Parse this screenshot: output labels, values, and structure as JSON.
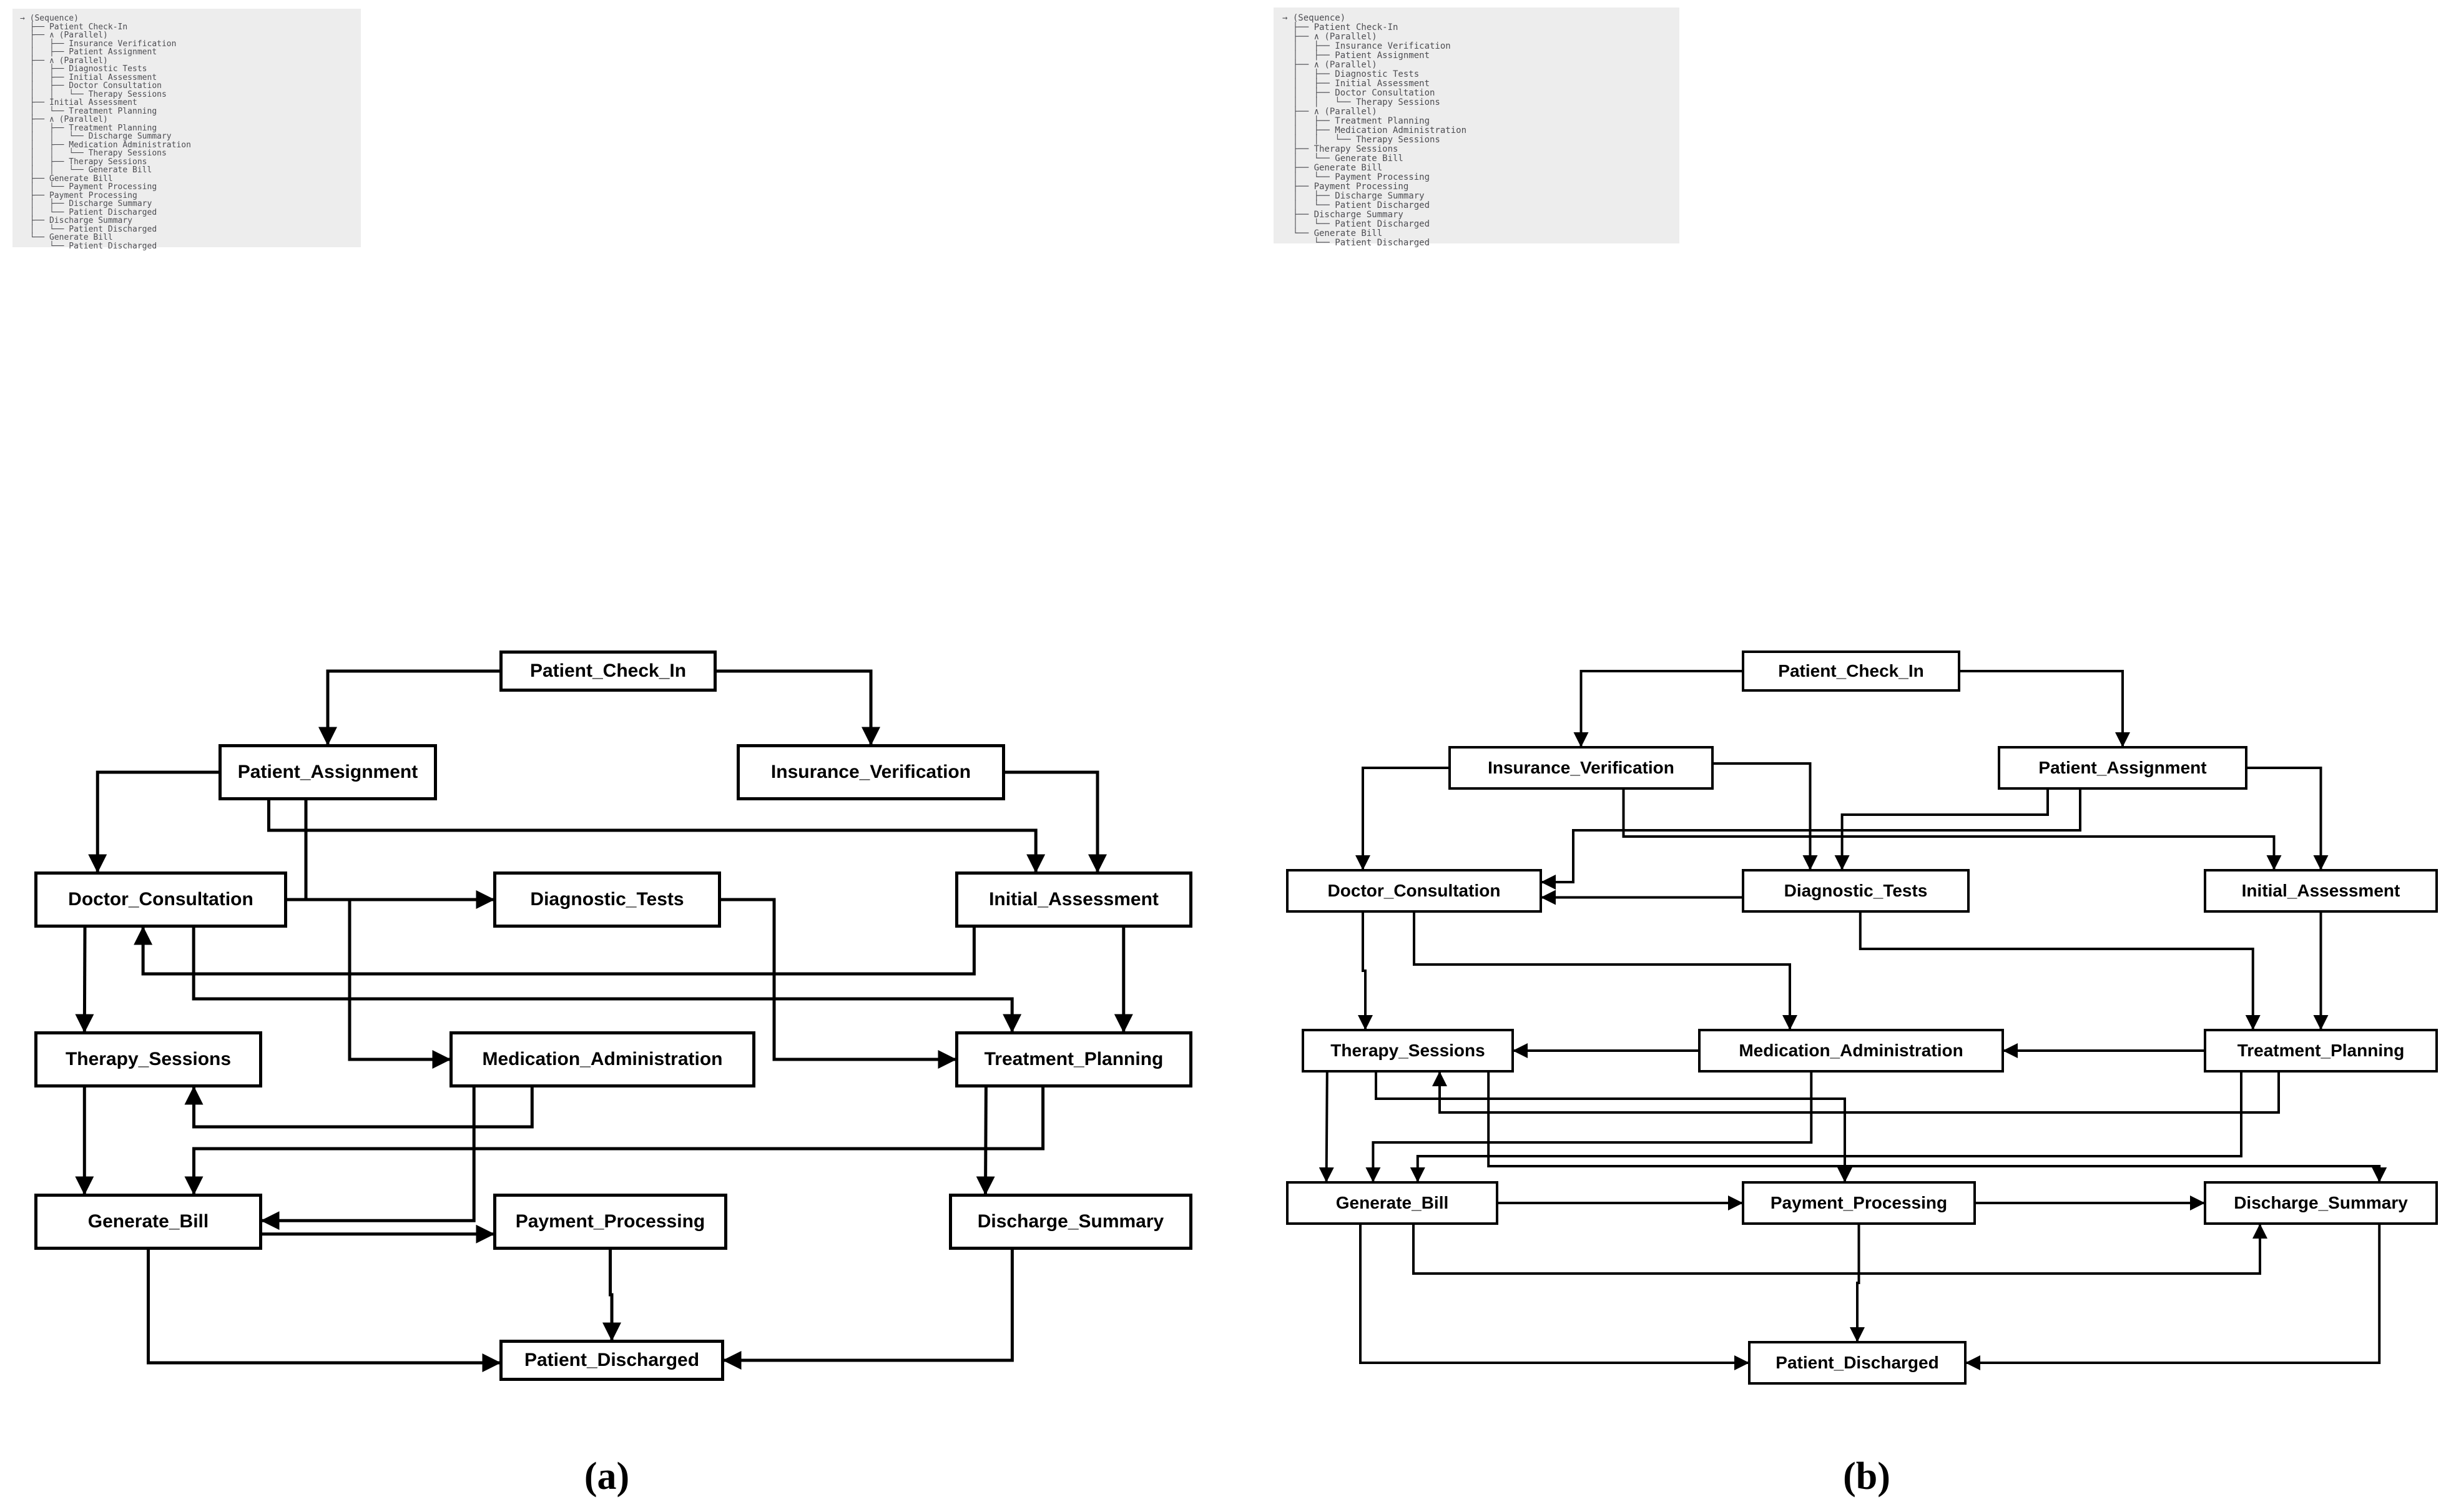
{
  "colors": {
    "line": "#000000",
    "box_background": "#ffffff",
    "tree_background": "#ededed",
    "tree_text": "#4d4d52"
  },
  "panels": [
    {
      "id": "a",
      "caption": "(a)",
      "tree_lines": [
        "→ (Sequence)",
        "  ├── Patient Check-In",
        "  ├── ∧ (Parallel)",
        "  │   ├── Insurance Verification",
        "  │   ├── Patient Assignment",
        "  ├── ∧ (Parallel)",
        "  │   ├── Diagnostic Tests",
        "  │   ├── Initial Assessment",
        "  │   ├── Doctor Consultation",
        "  │   │   └── Therapy Sessions",
        "  ├── Initial Assessment",
        "  │   └── Treatment Planning",
        "  ├── ∧ (Parallel)",
        "  │   ├── Treatment Planning",
        "  │   │   └── Discharge Summary",
        "  │   ├── Medication Administration",
        "  │   │   └── Therapy Sessions",
        "  │   ├── Therapy Sessions",
        "  │   │   └── Generate Bill",
        "  ├── Generate Bill",
        "  │   └── Payment Processing",
        "  ├── Payment Processing",
        "  │   ├── Discharge Summary",
        "  │   └── Patient Discharged",
        "  ├── Discharge Summary",
        "  │   └── Patient Discharged",
        "  └── Generate Bill",
        "      └── Patient Discharged"
      ],
      "nodes": [
        {
          "id": "PCI",
          "label": "Patient_Check_In"
        },
        {
          "id": "PA",
          "label": "Patient_Assignment"
        },
        {
          "id": "IV",
          "label": "Insurance_Verification"
        },
        {
          "id": "DC",
          "label": "Doctor_Consultation"
        },
        {
          "id": "DT",
          "label": "Diagnostic_Tests"
        },
        {
          "id": "IA",
          "label": "Initial_Assessment"
        },
        {
          "id": "TS",
          "label": "Therapy_Sessions"
        },
        {
          "id": "MA",
          "label": "Medication_Administration"
        },
        {
          "id": "TP",
          "label": "Treatment_Planning"
        },
        {
          "id": "GB",
          "label": "Generate_Bill"
        },
        {
          "id": "PP",
          "label": "Payment_Processing"
        },
        {
          "id": "DS",
          "label": "Discharge_Summary"
        },
        {
          "id": "PD",
          "label": "Patient_Discharged"
        }
      ],
      "edges": [
        {
          "from": "PCI",
          "to": "PA",
          "exit": "left"
        },
        {
          "from": "PCI",
          "to": "IV",
          "exit": "right"
        },
        {
          "from": "PA",
          "to": "DC",
          "exit": "left",
          "xi": 0.25
        },
        {
          "from": "PA",
          "to": "DT",
          "enter": "left",
          "xo": 0.4,
          "xi": 0.5
        },
        {
          "from": "PA",
          "to": "IA",
          "xo": 0.23,
          "lane": 1330,
          "xi": 0.34
        },
        {
          "from": "IV",
          "to": "IA",
          "exit": "right",
          "xo": 0.5,
          "xi": 0.6
        },
        {
          "from": "IA",
          "to": "DC",
          "xo": 0.08,
          "enter": "bottom",
          "lane": 1560,
          "xi": 0.43
        },
        {
          "from": "DC",
          "to": "TS",
          "xo": 0.2,
          "xi": 0.22
        },
        {
          "from": "DC",
          "to": "MA",
          "exit": "right",
          "xo": 0.5,
          "enter": "left",
          "xi": 0.5,
          "lanex": 560
        },
        {
          "from": "DC",
          "to": "TP",
          "xo": 0.63,
          "lane": 1600,
          "xi": 0.24
        },
        {
          "from": "DT",
          "to": "TP",
          "exit": "right",
          "xo": 0.5,
          "enter": "left",
          "xi": 0.5,
          "lanex": 1240
        },
        {
          "from": "IA",
          "to": "TP",
          "xo": 0.71,
          "xi": 0.71
        },
        {
          "from": "MA",
          "to": "TS",
          "xo": 0.27,
          "enter": "bottom",
          "lane": 1805,
          "xi": 0.7
        },
        {
          "from": "TS",
          "to": "GB",
          "xo": 0.22,
          "xi": 0.22
        },
        {
          "from": "TP",
          "to": "GB",
          "xo": 0.37,
          "lane": 1840,
          "xi": 0.7
        },
        {
          "from": "MA",
          "to": "GB",
          "xo": 0.08,
          "enter": "right",
          "xi": 0.48
        },
        {
          "from": "GB",
          "to": "PP",
          "exit": "right",
          "xo": 0.72,
          "enter": "left",
          "xi": 0.72
        },
        {
          "from": "TP",
          "to": "DS",
          "xo": 0.13,
          "xi": 0.15
        },
        {
          "from": "PP",
          "to": "PD",
          "xo": 0.5,
          "xi": 0.5
        },
        {
          "from": "DS",
          "to": "PD",
          "xo": 0.26,
          "enter": "right",
          "xi": 0.5
        },
        {
          "from": "GB",
          "to": "PD",
          "xo": 0.5,
          "enter": "left",
          "xi": 0.56
        }
      ]
    },
    {
      "id": "b",
      "caption": "(b)",
      "tree_lines": [
        "→ (Sequence)",
        "  ├── Patient Check-In",
        "  ├── ∧ (Parallel)",
        "  │   ├── Insurance Verification",
        "  │   ├── Patient Assignment",
        "  ├── ∧ (Parallel)",
        "  │   ├── Diagnostic Tests",
        "  │   ├── Initial Assessment",
        "  │   ├── Doctor Consultation",
        "  │   │   └── Therapy Sessions",
        "  ├── ∧ (Parallel)",
        "  │   ├── Treatment Planning",
        "  │   ├── Medication Administration",
        "  │   │   └── Therapy Sessions",
        "  ├── Therapy Sessions",
        "  │   └── Generate Bill",
        "  ├── Generate Bill",
        "  │   └── Payment Processing",
        "  ├── Payment Processing",
        "  │   ├── Discharge Summary",
        "  │   └── Patient Discharged",
        "  ├── Discharge Summary",
        "  │   └── Patient Discharged",
        "  └── Generate Bill",
        "      └── Patient Discharged"
      ],
      "nodes": [
        {
          "id": "PCI",
          "label": "Patient_Check_In"
        },
        {
          "id": "IV",
          "label": "Insurance_Verification"
        },
        {
          "id": "PA",
          "label": "Patient_Assignment"
        },
        {
          "id": "DC",
          "label": "Doctor_Consultation"
        },
        {
          "id": "DT",
          "label": "Diagnostic_Tests"
        },
        {
          "id": "IA",
          "label": "Initial_Assessment"
        },
        {
          "id": "TS",
          "label": "Therapy_Sessions"
        },
        {
          "id": "MA",
          "label": "Medication_Administration"
        },
        {
          "id": "TP",
          "label": "Treatment_Planning"
        },
        {
          "id": "GB",
          "label": "Generate_Bill"
        },
        {
          "id": "PP",
          "label": "Payment_Processing"
        },
        {
          "id": "DS",
          "label": "Discharge_Summary"
        },
        {
          "id": "PD",
          "label": "Patient_Discharged"
        }
      ],
      "edges": [
        {
          "from": "PCI",
          "to": "IV",
          "exit": "left"
        },
        {
          "from": "PCI",
          "to": "PA",
          "exit": "right"
        },
        {
          "from": "IV",
          "to": "DC",
          "exit": "left",
          "xi": 0.3
        },
        {
          "from": "IV",
          "to": "DT",
          "exit": "right",
          "xo": 0.4,
          "xi": 0.3
        },
        {
          "from": "PA",
          "to": "DT",
          "xo": 0.2,
          "lane": 1305,
          "xi": 0.44
        },
        {
          "from": "IV",
          "to": "IA",
          "xo": 0.66,
          "lane": 1340,
          "xi": 0.3
        },
        {
          "from": "PA",
          "to": "IA",
          "exit": "right",
          "xo": 0.5,
          "xi": 0.5
        },
        {
          "from": "PA",
          "to": "DC",
          "xo": 0.33,
          "enter": "right",
          "lane": 1330,
          "lanex": 2520,
          "xi": 0.3
        },
        {
          "from": "DT",
          "to": "DC",
          "exit": "left",
          "xo": 0.65,
          "enter": "right",
          "xi": 0.65
        },
        {
          "from": "DC",
          "to": "TS",
          "xo": 0.3,
          "xi": 0.3
        },
        {
          "from": "DC",
          "to": "MA",
          "xo": 0.5,
          "lane": 1545,
          "xi": 0.3
        },
        {
          "from": "DT",
          "to": "TP",
          "xo": 0.52,
          "lane": 1520,
          "xi": 0.21
        },
        {
          "from": "IA",
          "to": "TP",
          "xo": 0.5,
          "xi": 0.5
        },
        {
          "from": "TP",
          "to": "MA",
          "exit": "left",
          "xo": 0.5,
          "enter": "right",
          "xi": 0.5
        },
        {
          "from": "MA",
          "to": "TS",
          "exit": "left",
          "xo": 0.5,
          "enter": "right",
          "xi": 0.5
        },
        {
          "from": "TP",
          "to": "TS",
          "xo": 0.32,
          "enter": "bottom",
          "lane": 1782,
          "xi": 0.65
        },
        {
          "from": "TS",
          "to": "GB",
          "xo": 0.12,
          "xi": 0.19
        },
        {
          "from": "MA",
          "to": "GB",
          "xo": 0.37,
          "lane": 1830,
          "xi": 0.41
        },
        {
          "from": "TP",
          "to": "GB",
          "xo": 0.16,
          "lane": 1852,
          "xi": 0.62
        },
        {
          "from": "TS",
          "to": "PP",
          "xo": 0.35,
          "lane": 1760,
          "xi": 0.44
        },
        {
          "from": "TS",
          "to": "DS",
          "xo": 0.88,
          "lane": 1868,
          "xi": 0.75
        },
        {
          "from": "GB",
          "to": "PP",
          "exit": "right",
          "xo": 0.5,
          "enter": "left",
          "xi": 0.5
        },
        {
          "from": "PP",
          "to": "DS",
          "exit": "right",
          "xo": 0.5,
          "enter": "left",
          "xi": 0.5
        },
        {
          "from": "GB",
          "to": "DS",
          "xo": 0.6,
          "enter": "bottom",
          "lane": 2040,
          "xi": 0.24
        },
        {
          "from": "PP",
          "to": "PD",
          "xo": 0.5,
          "xi": 0.5
        },
        {
          "from": "GB",
          "to": "PD",
          "xo": 0.35,
          "enter": "left",
          "xi": 0.5
        },
        {
          "from": "DS",
          "to": "PD",
          "xo": 0.75,
          "enter": "right",
          "xi": 0.5
        }
      ]
    }
  ]
}
